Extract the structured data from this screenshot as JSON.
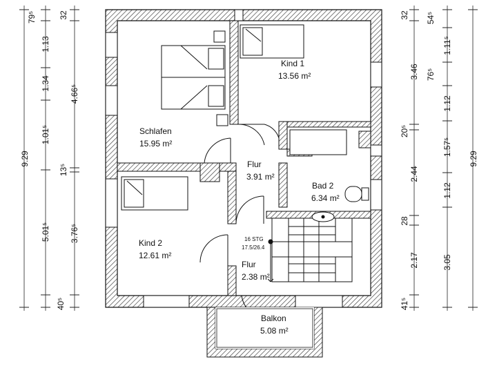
{
  "rooms": [
    {
      "name": "Schlafen",
      "area": "15.95 m²"
    },
    {
      "name": "Kind 1",
      "area": "13.56 m²"
    },
    {
      "name": "Flur",
      "area": "3.91 m²"
    },
    {
      "name": "Bad 2",
      "area": "6.34 m²"
    },
    {
      "name": "Kind 2",
      "area": "12.61 m²"
    },
    {
      "name": "Flur",
      "area": "2.38 m²"
    },
    {
      "name": "Balkon",
      "area": "5.08 m²"
    }
  ],
  "stairs": {
    "steps": "16 STG",
    "ratio": "17.5/26.4"
  },
  "dims_left_outer": [
    "9.29"
  ],
  "dims_left_mid": [
    "79⁵",
    "1.13",
    "1.34",
    "1.01⁵",
    "5.01⁵",
    "40⁵"
  ],
  "dims_left_inner": [
    "32",
    "4.66⁵",
    "13⁵",
    "3.76⁵"
  ],
  "dims_right_inner": [
    "32",
    "3.46",
    "20⁵",
    "2.44",
    "28",
    "2.17",
    "41⁵"
  ],
  "dims_right_mid": [
    "54⁵",
    "1.11⁵",
    "76⁵",
    "1.12",
    "1.57⁵",
    "1.12",
    "3.05"
  ],
  "dims_right_outer": [
    "9.29"
  ]
}
